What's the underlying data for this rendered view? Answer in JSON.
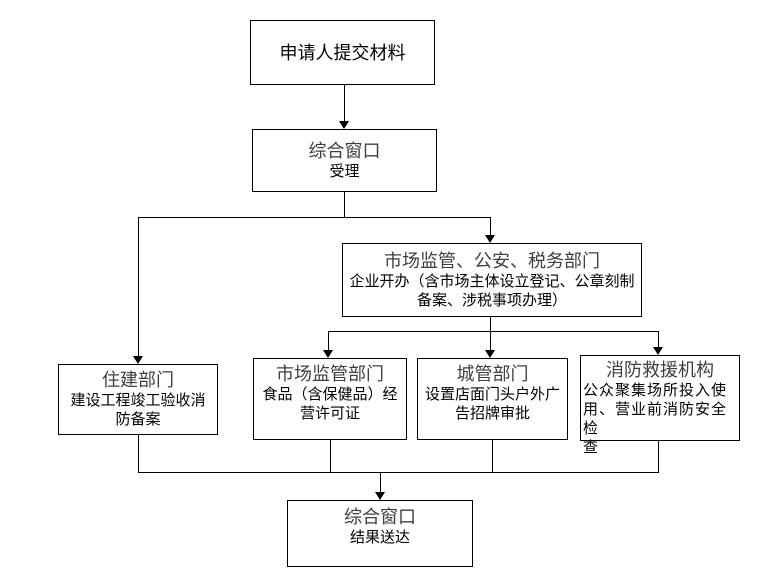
{
  "flowchart": {
    "nodes": [
      {
        "id": "applicant",
        "title": "申请人提交材料"
      },
      {
        "id": "comprehensive-window-accept",
        "title": "综合窗口",
        "body": "受理"
      },
      {
        "id": "market-police-tax-depts",
        "title": "市场监管、公安、税务部门",
        "body": "企业开办（含市场主体设立登记、公章刻制\n备案、涉税事项办理）"
      },
      {
        "id": "housing-dept",
        "title": "住建部门",
        "body": "建设工程竣工验收消\n防备案"
      },
      {
        "id": "market-regulation-dept",
        "title": "市场监管部门",
        "body": "食品（含保健品）经\n营许可证"
      },
      {
        "id": "urban-management-dept",
        "title": "城管部门",
        "body": "设置店面门头户外广\n告招牌审批"
      },
      {
        "id": "fire-rescue-agency",
        "title": "消防救援机构",
        "body": "公众聚集场所投入使\n用、营业前消防安全检\n查"
      },
      {
        "id": "comprehensive-window-result",
        "title": "综合窗口",
        "body": "结果送达"
      }
    ],
    "edges": [
      {
        "from": "applicant",
        "to": "comprehensive-window-accept"
      },
      {
        "from": "comprehensive-window-accept",
        "to": "housing-dept"
      },
      {
        "from": "comprehensive-window-accept",
        "to": "market-police-tax-depts"
      },
      {
        "from": "market-police-tax-depts",
        "to": "market-regulation-dept"
      },
      {
        "from": "market-police-tax-depts",
        "to": "urban-management-dept"
      },
      {
        "from": "market-police-tax-depts",
        "to": "fire-rescue-agency"
      },
      {
        "from": "housing-dept",
        "to": "comprehensive-window-result"
      },
      {
        "from": "market-regulation-dept",
        "to": "comprehensive-window-result"
      },
      {
        "from": "urban-management-dept",
        "to": "comprehensive-window-result"
      },
      {
        "from": "fire-rescue-agency",
        "to": "comprehensive-window-result"
      }
    ],
    "colors": {
      "line": "#000000",
      "box_border": "#000000",
      "title_text": "#3f3f3f",
      "body_text": "#000000",
      "background": "#ffffff"
    }
  }
}
